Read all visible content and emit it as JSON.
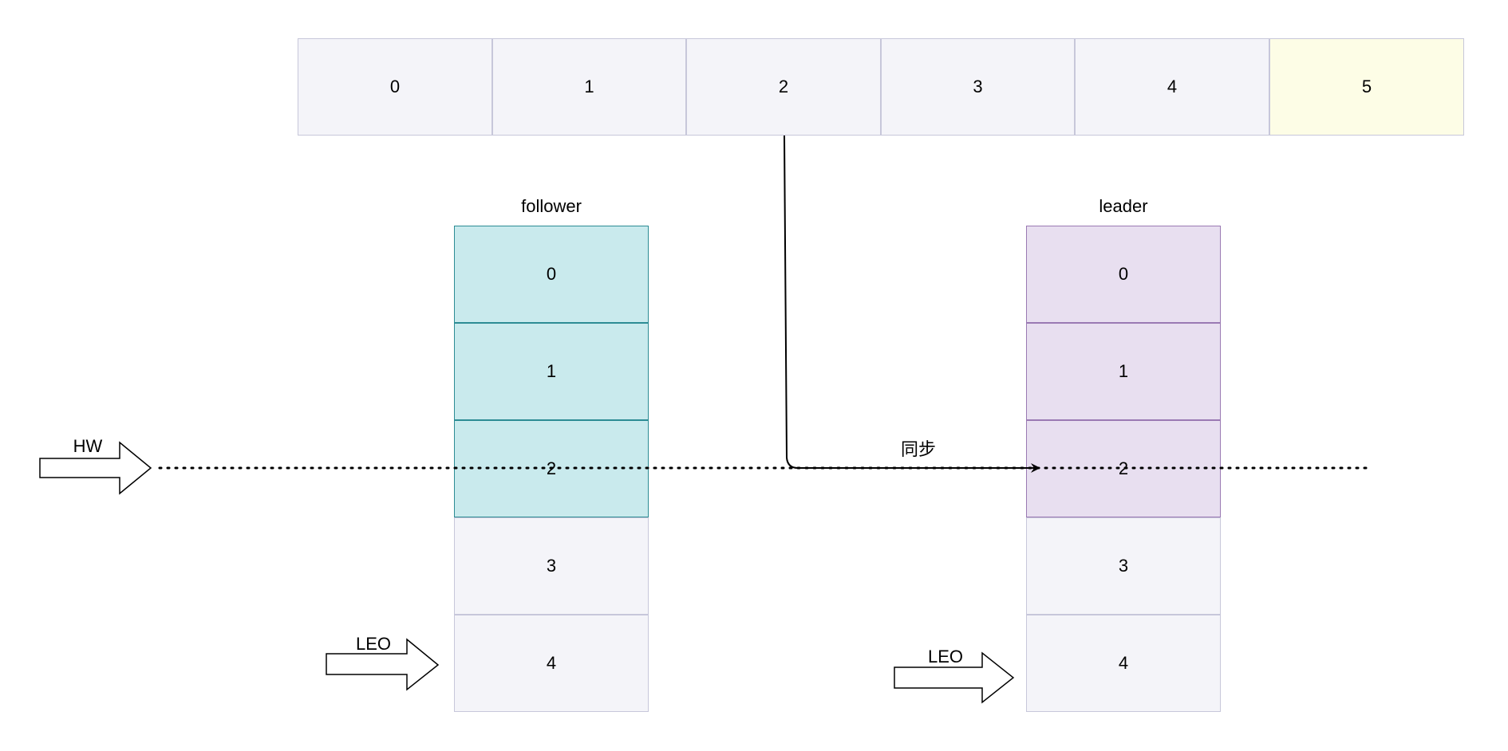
{
  "top_log": {
    "cells": [
      "0",
      "1",
      "2",
      "3",
      "4",
      "5"
    ]
  },
  "follower": {
    "title": "follower",
    "cells": [
      "0",
      "1",
      "2",
      "3",
      "4"
    ]
  },
  "leader": {
    "title": "leader",
    "cells": [
      "0",
      "1",
      "2",
      "3",
      "4"
    ]
  },
  "markers": {
    "hw": "HW",
    "leo_follower": "LEO",
    "leo_leader": "LEO"
  },
  "sync_label": "同步",
  "colors": {
    "neutral_fill": "#f4f4f9",
    "highlight_fill": "#fdfde6",
    "follower_fill": "#c9eaed",
    "leader_fill": "#e8dff0"
  }
}
